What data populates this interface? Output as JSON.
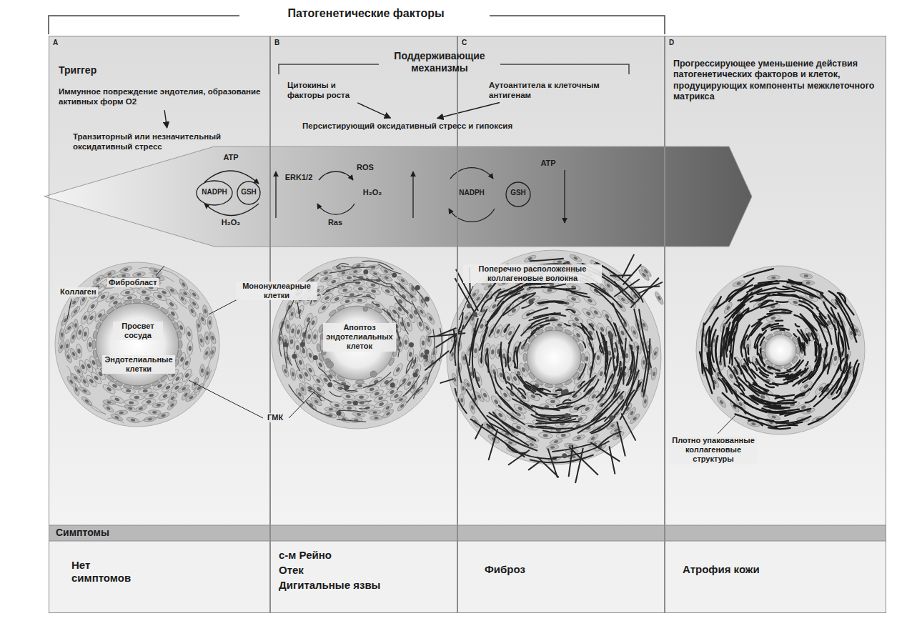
{
  "diagram": {
    "nodes": [
      {
        "text": [
          "A"
        ]
      },
      {
        "text": [
          "B"
        ]
      },
      {
        "text": [
          "C"
        ]
      },
      {
        "text": [
          "D"
        ]
      },
      {
        "text": [
          "Триггер",
          "Иммунное повреждение эндотелия, образование активных форм O2"
        ],
        "in": 0
      },
      {
        "text": [
          "Транзиторный или незначительный оксидативный стресс"
        ],
        "in": 0
      },
      {
        "text": [
          "Цитокины и факторы роста"
        ],
        "in": 1
      },
      {
        "text": [
          "Аутоантитела к клеточным антигенам"
        ],
        "in": 2
      },
      {
        "text": [
          "Персистирующий оксидативный стресс и гипоксия"
        ]
      },
      {
        "text": [
          "Прогрессирующее уменьшение действия патогенетических факторов и клеток, продуцирующих компоненты межклеточного матрикса"
        ],
        "in": 3
      }
    ],
    "edges": [
      {
        "from": 4,
        "to": 5,
        "arrow": "to"
      },
      {
        "from": 6,
        "to": 8,
        "arrow": "to"
      },
      {
        "from": 7,
        "to": 8,
        "arrow": "to"
      }
    ],
    "labels": [
      "Патогенетические факторы",
      "Поддерживающие механизмы",
      "ATP",
      "NADPH",
      "GSH",
      "H₂O₂",
      "ERK1/2",
      "ROS",
      "H₂O₂",
      "Ras",
      "NADPH",
      "GSH",
      "ATP",
      "Коллаген",
      "Фибробласт",
      "Мононуклеарные клетки",
      "Просвет сосуда",
      "Эндотелиальные клетки",
      "ГМК",
      "Апоптоз эндотелиальных клеток",
      "Поперечно расположенные коллагеновые волокна",
      "Плотно упакованные коллагеновые структуры",
      "Симптомы",
      "Нет симптомов",
      "с-м Рейно",
      "Отек",
      "Дигитальные язвы",
      "Фиброз",
      "Атрофия кожи"
    ]
  }
}
